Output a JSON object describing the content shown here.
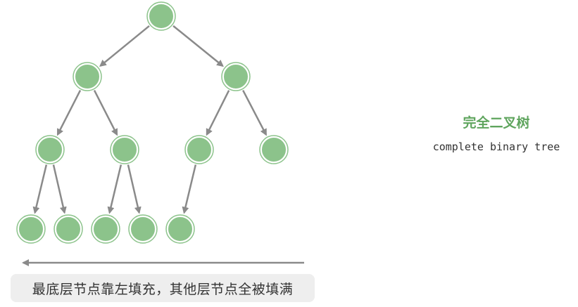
{
  "diagram": {
    "title": "完全二叉树",
    "subtitle": "complete binary tree",
    "caption": "最底层节点靠左填充，其他层节点全被填满",
    "colors": {
      "node_fill": "#8cc38b",
      "edge": "#8a8a8a",
      "arrow": "#8a8a8a",
      "title": "#5fa55e",
      "caption_background": "#eeeeee"
    },
    "tree": {
      "levels": 4,
      "node_count": 12,
      "structure": [
        {
          "id": "n1",
          "children": [
            "n2",
            "n3"
          ]
        },
        {
          "id": "n2",
          "children": [
            "n4",
            "n5"
          ]
        },
        {
          "id": "n3",
          "children": [
            "n6",
            "n7"
          ]
        },
        {
          "id": "n4",
          "children": [
            "n8",
            "n9"
          ]
        },
        {
          "id": "n5",
          "children": [
            "n10",
            "n11"
          ]
        },
        {
          "id": "n6",
          "children": [
            "n12"
          ]
        },
        {
          "id": "n7",
          "children": []
        },
        {
          "id": "n8",
          "children": []
        },
        {
          "id": "n9",
          "children": []
        },
        {
          "id": "n10",
          "children": []
        },
        {
          "id": "n11",
          "children": []
        },
        {
          "id": "n12",
          "children": []
        }
      ]
    },
    "fill_direction_arrow": "left-pointing-arrow"
  }
}
